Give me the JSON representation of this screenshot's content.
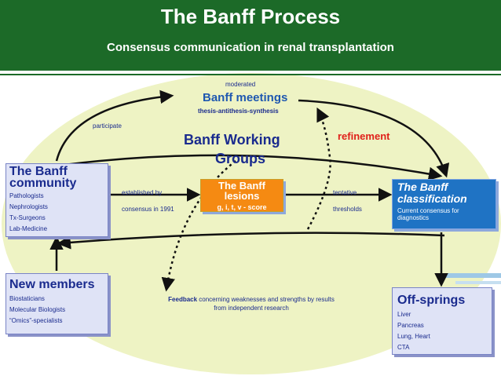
{
  "header": {
    "title": "The Banff Process",
    "subtitle": "Consensus communication in renal transplantation"
  },
  "meetings": {
    "pre": "moderated",
    "title": "Banff meetings",
    "sub": "thesis-antithesis-synthesis"
  },
  "labels": {
    "participate": "participate",
    "refinement": "refinement",
    "working_groups": [
      "Banff Working",
      "Groups"
    ],
    "established_by": "established by",
    "consensus_1991": "consensus in 1991",
    "tentative": "tentative",
    "thresholds": "thresholds",
    "feedback_bold": "Feedback",
    "feedback_line1": " concerning weaknesses and strengths by results",
    "feedback_line2": "from independent research"
  },
  "community": {
    "title": [
      "The Banff",
      "community"
    ],
    "items": [
      "Pathologists",
      "Nephrologists",
      "Tx-Surgeons",
      "Lab-Medicine"
    ]
  },
  "lesions": {
    "title": [
      "The Banff",
      "lesions"
    ],
    "score": "g, i, t, v - score"
  },
  "classification": {
    "title": [
      "The Banff",
      "classification"
    ],
    "items": [
      "Current consensus for",
      "diagnostics"
    ]
  },
  "new_members": {
    "title": "New members",
    "items": [
      "Biostaticians",
      "Molecular Biologists",
      "“Omics”-specialists"
    ]
  },
  "offsprings": {
    "title": "Off-springs",
    "items": [
      "Liver",
      "Pancreas",
      "Lung, Heart",
      "CTA"
    ]
  },
  "colors": {
    "header_green": "#1c6a28",
    "ellipse": "#eef3c4",
    "box_light": "#dfe3f6",
    "box_blue": "#1f73c4",
    "lesions_orange": "#f58a12",
    "refinement_red": "#e0201a",
    "text_navy": "#1a2b8e"
  }
}
